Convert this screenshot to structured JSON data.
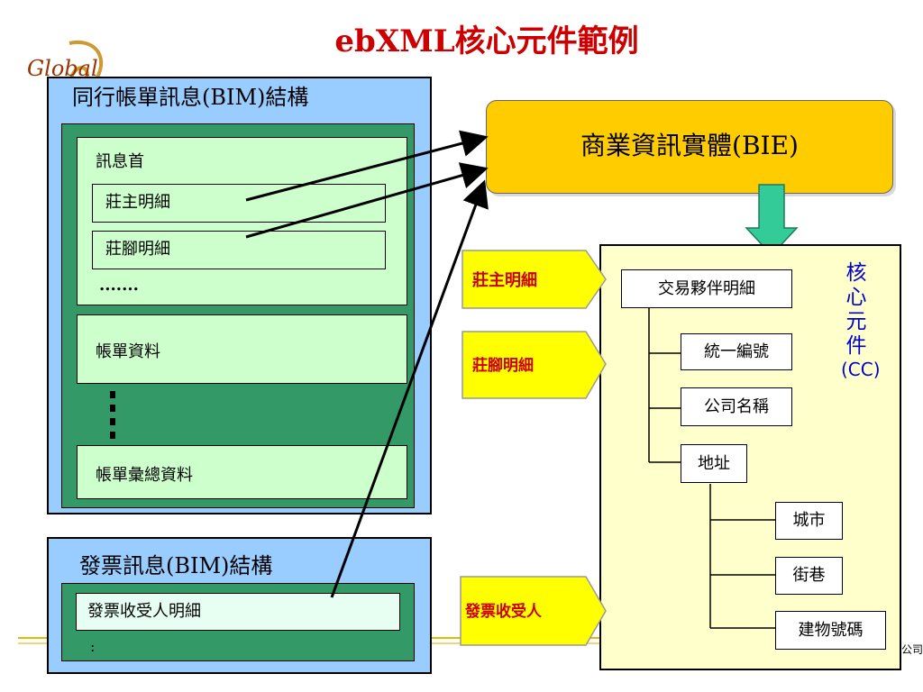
{
  "slide": {
    "title": "ebXML核心元件範例",
    "logo_text": "Global"
  },
  "bim": {
    "title": "同行帳單訊息(BIM)結構",
    "header_label": "訊息首",
    "header_items": [
      "莊主明細",
      "莊腳明細"
    ],
    "ellipsis": ".......",
    "body_label": "帳單資料",
    "summary_label": "帳單彙總資料"
  },
  "invoice": {
    "title": "發票訊息(BIM)結構",
    "row": "發票收受人明細",
    "colon": ":"
  },
  "bie": {
    "label": "商業資訊實體(BIE)"
  },
  "tags": [
    "莊主明細",
    "莊腳明細",
    "發票收受人"
  ],
  "cc": {
    "label": [
      "核",
      "心",
      "元",
      "件",
      "(CC)"
    ],
    "root": "交易夥伴明細",
    "level1": [
      "統一編號",
      "公司名稱",
      "地址"
    ],
    "level2": [
      "城市",
      "街巷",
      "建物號碼"
    ]
  },
  "footer": {
    "fragment": "公司"
  },
  "colors": {
    "title": "#cc0000",
    "bie": "#ffcc00",
    "cc_label": "#0000cc",
    "arrow_down": "#33cc99",
    "tag_fill": "#ffff00"
  }
}
